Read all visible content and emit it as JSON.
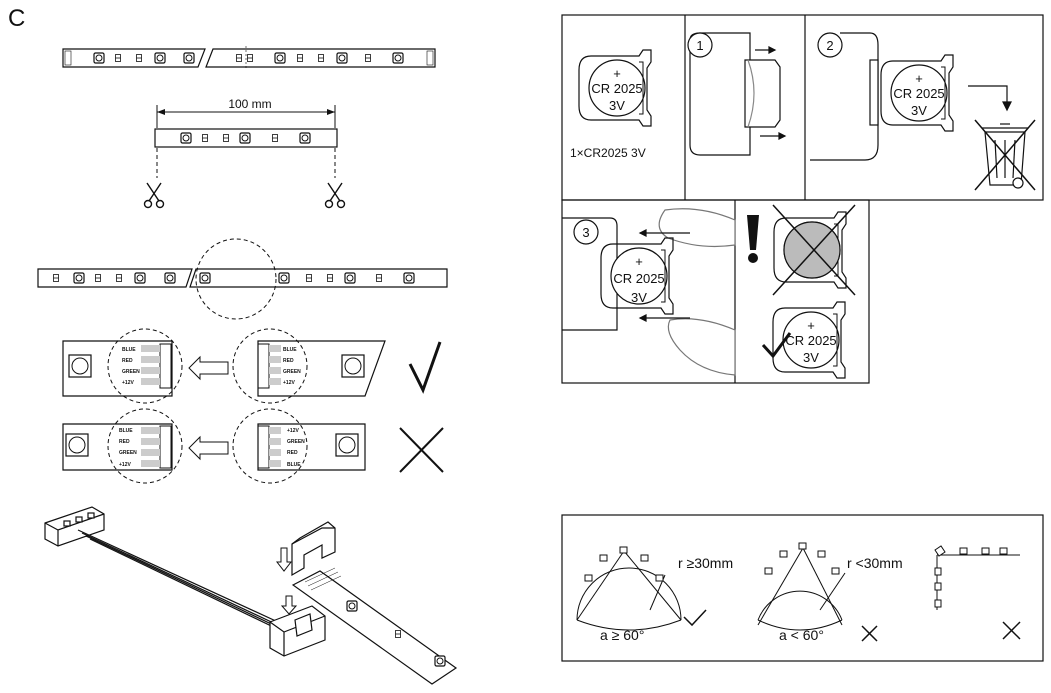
{
  "section_letter": "C",
  "strip": {
    "cut_length": "100 mm",
    "pins_correct": [
      "BLUE",
      "RED",
      "GREEN",
      "+12V"
    ],
    "pins_wrong": [
      "+12V",
      "GREEN",
      "RED",
      "BLUE"
    ]
  },
  "battery": {
    "type_plus": "+",
    "line1": "CR 2025",
    "line2": "3V",
    "quantity_label": "1×CR2025 3V",
    "steps": [
      "1",
      "2",
      "3"
    ]
  },
  "bending": {
    "ok_radius": "r ≥30mm",
    "ok_angle": "a ≥ 60°",
    "bad_radius": "r <30mm",
    "bad_angle": "a < 60°"
  }
}
